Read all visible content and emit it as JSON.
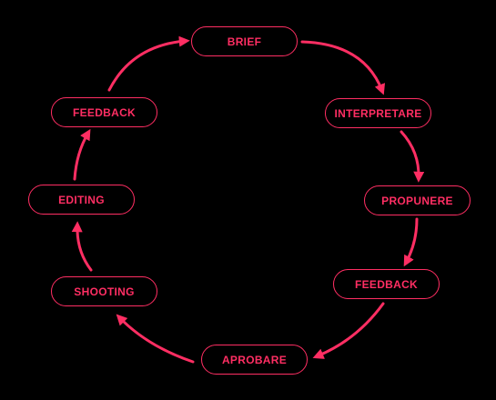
{
  "diagram": {
    "accent_color": "#ff2e63",
    "background_color": "#000000",
    "steps": [
      "BRIEF",
      "INTERPRETARE",
      "PROPUNERE",
      "FEEDBACK",
      "APROBARE",
      "SHOOTING",
      "EDITING",
      "FEEDBACK"
    ]
  }
}
